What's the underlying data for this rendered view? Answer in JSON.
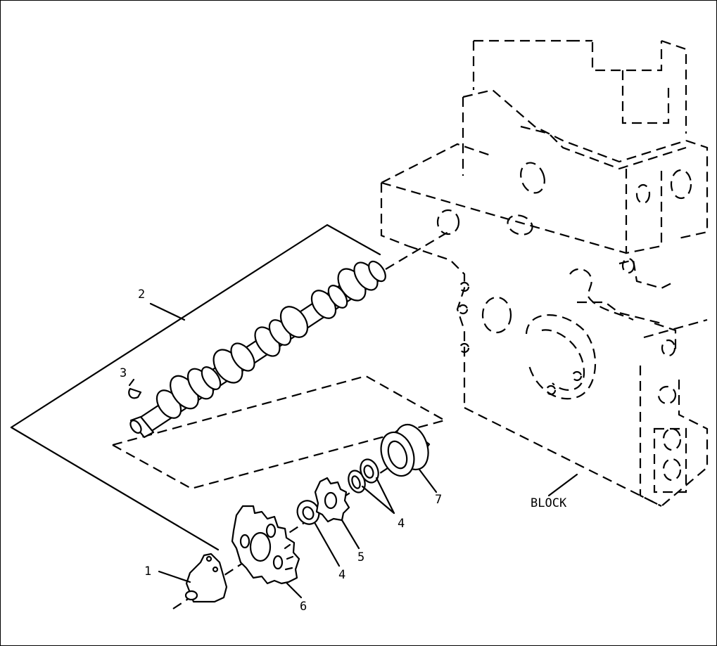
{
  "callouts": {
    "c1": "1",
    "c2": "2",
    "c3": "3",
    "c4a": "4",
    "c4b": "4",
    "c5": "5",
    "c6": "6",
    "c7": "7",
    "block": "BLOCK"
  },
  "style": {
    "ink": "#000000",
    "paper": "#ffffff"
  }
}
